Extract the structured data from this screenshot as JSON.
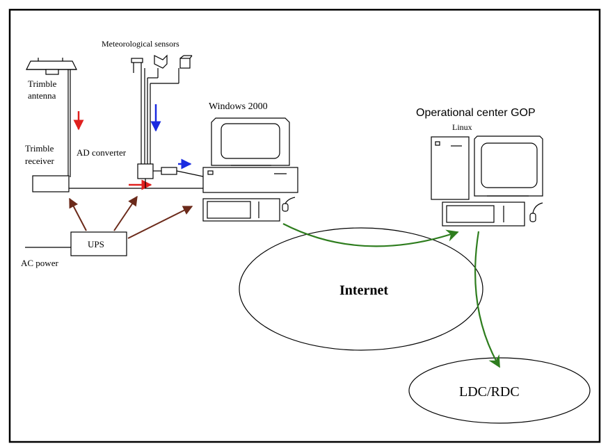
{
  "labels": {
    "trimble_antenna_line1": "Trimble",
    "trimble_antenna_line2": "antenna",
    "trimble_receiver_line1": "Trimble",
    "trimble_receiver_line2": "receiver",
    "met_sensors": "Meteorological sensors",
    "ad_converter": "AD converter",
    "windows": "Windows 2000",
    "op_center": "Operational center GOP",
    "linux": "Linux",
    "ups": "UPS",
    "ac_power": "AC power",
    "internet": "Internet",
    "ldc_rdc": "LDC/RDC"
  },
  "colors": {
    "gnss_signal_arrow": "#e0201e",
    "met_signal_arrow": "#1a2be0",
    "power_arrow": "#6b2a1a",
    "network_arrow": "#2e7d1e",
    "frame": "#000000"
  }
}
